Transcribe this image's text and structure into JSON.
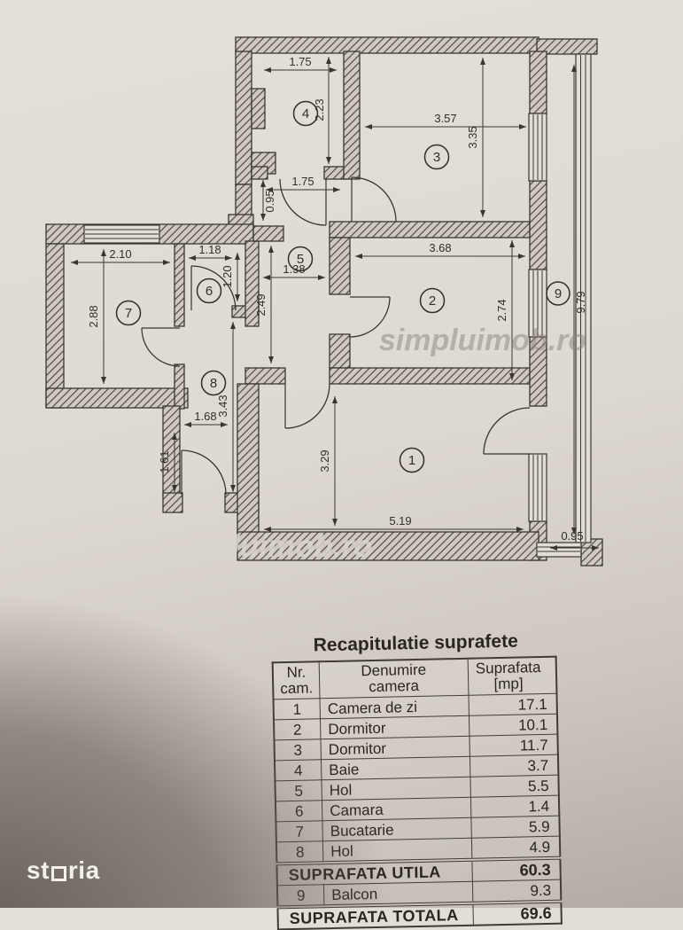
{
  "watermarks": {
    "center": "simpluimob.ro",
    "lower": "simpluimob.ro"
  },
  "logo": {
    "prefix": "st",
    "suffix": "ria"
  },
  "plan": {
    "room_numbers": [
      "1",
      "2",
      "3",
      "4",
      "5",
      "6",
      "7",
      "8",
      "9"
    ],
    "dims": {
      "bath_w": "1.75",
      "bath_h": "2.23",
      "hall_top_w": "1.75",
      "hall_niche_h": "0.95",
      "room3_w": "3.57",
      "room3_h": "3.35",
      "room2_w": "3.68",
      "room2_h": "2.74",
      "hall5_w": "1.38",
      "hall5_h": "2.49",
      "kitchen_w": "2.10",
      "kitchen_h": "2.88",
      "camara_w": "1.18",
      "camara_h": "1.20",
      "hall8_h": "3.43",
      "hall8_w": "1.68",
      "hall8_lower_h": "1.61",
      "room1_w": "5.19",
      "room1_h": "3.29",
      "balcony_w": "0.95",
      "balcony_h": "9.79"
    }
  },
  "table": {
    "title": "Recapitulatie suprafete",
    "headers": {
      "c1l1": "Nr.",
      "c1l2": "cam.",
      "c2l1": "Denumire",
      "c2l2": "camera",
      "c3l1": "Suprafata",
      "c3l2": "[mp]"
    },
    "rows": [
      {
        "nr": "1",
        "name": "Camera de zi",
        "area": "17.1"
      },
      {
        "nr": "2",
        "name": "Dormitor",
        "area": "10.1"
      },
      {
        "nr": "3",
        "name": "Dormitor",
        "area": "11.7"
      },
      {
        "nr": "4",
        "name": "Baie",
        "area": "3.7"
      },
      {
        "nr": "5",
        "name": "Hol",
        "area": "5.5"
      },
      {
        "nr": "6",
        "name": "Camara",
        "area": "1.4"
      },
      {
        "nr": "7",
        "name": "Bucatarie",
        "area": "5.9"
      },
      {
        "nr": "8",
        "name": "Hol",
        "area": "4.9"
      }
    ],
    "utila": {
      "label": "SUPRAFATA UTILA",
      "value": "60.3"
    },
    "balcon": {
      "nr": "9",
      "name": "Balcon",
      "area": "9.3"
    },
    "totala": {
      "label": "SUPRAFATA TOTALA",
      "value": "69.6"
    }
  }
}
